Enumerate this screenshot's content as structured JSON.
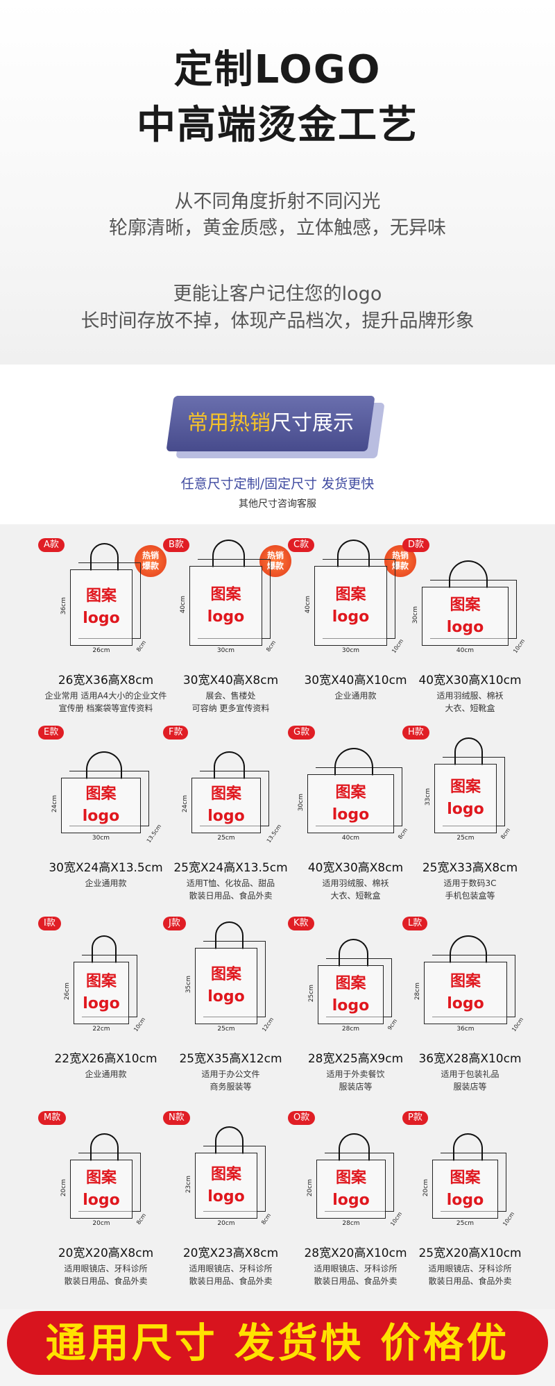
{
  "hero": {
    "title_line1": "定制LOGO",
    "title_line2": "中高端烫金工艺",
    "lines": [
      "从不同角度折射不同闪光",
      "轮廓清晰，黄金质感，立体触感，无异味",
      "更能让客户记住您的logo",
      "长时间存放不掉，体现产品档次，提升品牌形象"
    ]
  },
  "hot": {
    "banner_highlight": "常用热销",
    "banner_rest": "尺寸展示",
    "subtitle": "任意尺寸定制/固定尺寸  发货更快",
    "note": "其他尺寸咨询客服"
  },
  "bag_logo_line1": "图案",
  "bag_logo_line2": "logo",
  "hot_icon_text": [
    "热销",
    "爆款"
  ],
  "cards": [
    {
      "badge": "A款",
      "hot": true,
      "size": "26宽X36高X8cm",
      "use": [
        "企业常用 适用A4大小的企业文件",
        "宣传册 档案袋等宣传资料"
      ],
      "h": "36cm",
      "w": "26cm",
      "d": "8cm"
    },
    {
      "badge": "B款",
      "hot": true,
      "size": "30宽X40高X8cm",
      "use": [
        "展会、售楼处",
        "可容纳 更多宣传资料"
      ],
      "h": "40cm",
      "w": "30cm",
      "d": "8cm"
    },
    {
      "badge": "C款",
      "hot": true,
      "size": "30宽X40高X10cm",
      "use": [
        "企业通用款"
      ],
      "h": "40cm",
      "w": "30cm",
      "d": "10cm"
    },
    {
      "badge": "D款",
      "hot": false,
      "size": "40宽X30高X10cm",
      "use": [
        "适用羽绒服、棉袄",
        "大衣、短靴盒"
      ],
      "h": "30cm",
      "w": "40cm",
      "d": "10cm"
    },
    {
      "badge": "E款",
      "hot": false,
      "size": "30宽X24高X13.5cm",
      "use": [
        "企业通用款"
      ],
      "h": "24cm",
      "w": "30cm",
      "d": "13.5cm"
    },
    {
      "badge": "F款",
      "hot": false,
      "size": "25宽X24高X13.5cm",
      "use": [
        "适用T恤、化妆品、甜品",
        "散装日用品、食品外卖"
      ],
      "h": "24cm",
      "w": "25cm",
      "d": "13.5cm"
    },
    {
      "badge": "G款",
      "hot": false,
      "size": "40宽X30高X8cm",
      "use": [
        "适用羽绒服、棉袄",
        "大衣、短靴盒"
      ],
      "h": "30cm",
      "w": "40cm",
      "d": "8cm"
    },
    {
      "badge": "H款",
      "hot": false,
      "size": "25宽X33高X8cm",
      "use": [
        "适用于数码3C",
        "手机包装盒等"
      ],
      "h": "33cm",
      "w": "25cm",
      "d": "8cm"
    },
    {
      "badge": "I款",
      "hot": false,
      "size": "22宽X26高X10cm",
      "use": [
        "企业通用款"
      ],
      "h": "26cm",
      "w": "22cm",
      "d": "10cm"
    },
    {
      "badge": "J款",
      "hot": false,
      "size": "25宽X35高X12cm",
      "use": [
        "适用于办公文件",
        "商务服装等"
      ],
      "h": "35cm",
      "w": "25cm",
      "d": "12cm"
    },
    {
      "badge": "K款",
      "hot": false,
      "size": "28宽X25高X9cm",
      "use": [
        "适用于外卖餐饮",
        "服装店等"
      ],
      "h": "25cm",
      "w": "28cm",
      "d": "9cm"
    },
    {
      "badge": "L款",
      "hot": false,
      "size": "36宽X28高X10cm",
      "use": [
        "适用于包装礼品",
        "服装店等"
      ],
      "h": "28cm",
      "w": "36cm",
      "d": "10cm"
    },
    {
      "badge": "M款",
      "hot": false,
      "size": "20宽X20高X8cm",
      "use": [
        "适用眼镜店、牙科诊所",
        "散装日用品、食品外卖"
      ],
      "h": "20cm",
      "w": "20cm",
      "d": "8cm"
    },
    {
      "badge": "N款",
      "hot": false,
      "size": "20宽X23高X8cm",
      "use": [
        "适用眼镜店、牙科诊所",
        "散装日用品、食品外卖"
      ],
      "h": "23cm",
      "w": "20cm",
      "d": "8cm"
    },
    {
      "badge": "O款",
      "hot": false,
      "size": "28宽X20高X10cm",
      "use": [
        "适用眼镜店、牙科诊所",
        "散装日用品、食品外卖"
      ],
      "h": "20cm",
      "w": "28cm",
      "d": "10cm"
    },
    {
      "badge": "P款",
      "hot": false,
      "size": "25宽X20高X10cm",
      "use": [
        "适用眼镜店、牙科诊所",
        "散装日用品、食品外卖"
      ],
      "h": "20cm",
      "w": "25cm",
      "d": "10cm"
    }
  ],
  "footer": {
    "text": "通用尺寸 发货快 价格优"
  },
  "colors": {
    "accent_red": "#e01e25",
    "footer_red": "#d8141e",
    "footer_text": "#ffe200",
    "banner_blue": "#474b8c",
    "banner_highlight": "#f5c22a"
  }
}
